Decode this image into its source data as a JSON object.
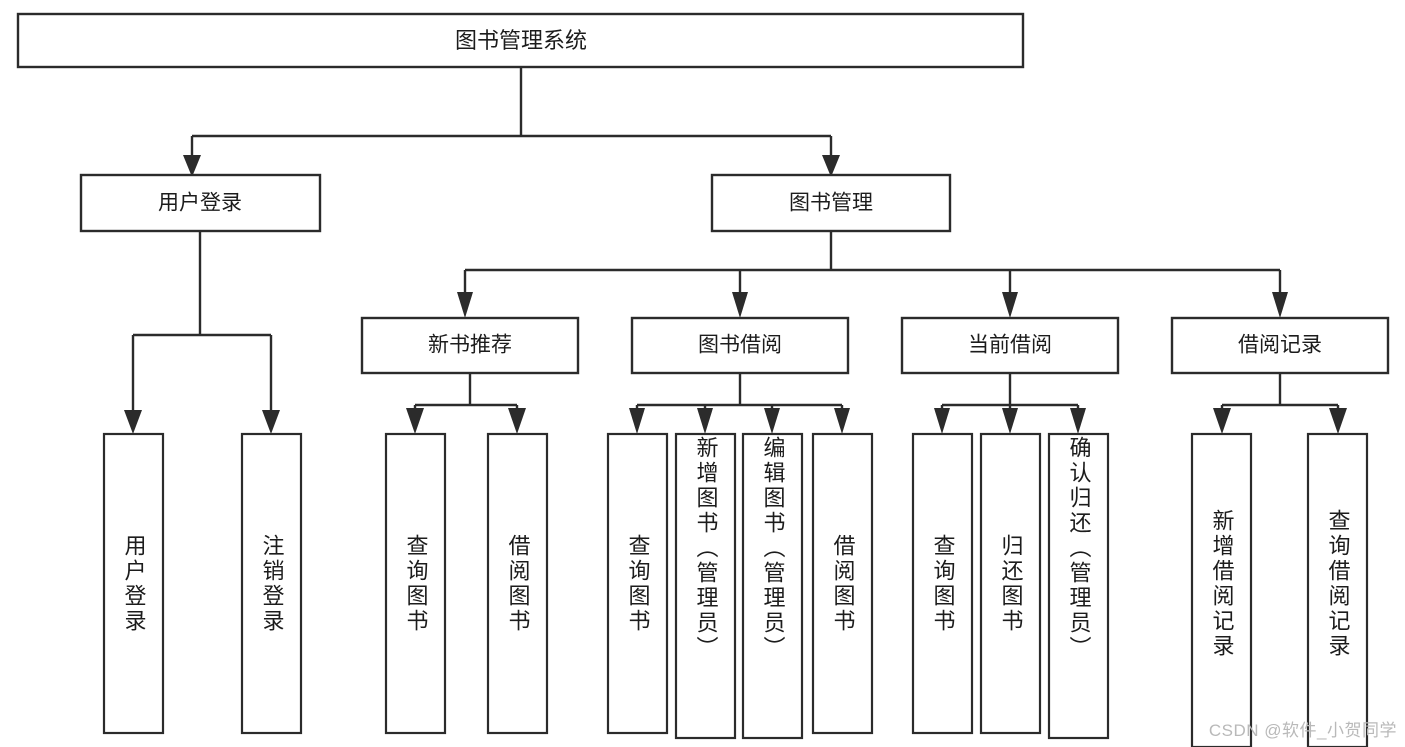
{
  "diagram": {
    "title": "图书管理系统",
    "type": "tree-hierarchy",
    "watermark": "CSDN @软件_小贺同学",
    "colors": {
      "background": "#ffffff",
      "stroke": "#2b2b2b",
      "text": "#1c1c1c",
      "watermark": "#b9b9b9"
    },
    "root": {
      "label": "图书管理系统"
    },
    "level1": [
      {
        "label": "用户登录"
      },
      {
        "label": "图书管理"
      }
    ],
    "level2": [
      {
        "label": "新书推荐"
      },
      {
        "label": "图书借阅"
      },
      {
        "label": "当前借阅"
      },
      {
        "label": "借阅记录"
      }
    ],
    "leaves": {
      "user_login": [
        {
          "label": "用户登录"
        },
        {
          "label": "注销登录"
        }
      ],
      "new_book_recommend": [
        {
          "label": "查询图书"
        },
        {
          "label": "借阅图书"
        }
      ],
      "book_borrow": [
        {
          "label": "查询图书"
        },
        {
          "label": "新增图书（管理员）"
        },
        {
          "label": "编辑图书（管理员）"
        },
        {
          "label": "借阅图书"
        }
      ],
      "current_borrow": [
        {
          "label": "查询图书"
        },
        {
          "label": "归还图书"
        },
        {
          "label": "确认归还（管理员）"
        }
      ],
      "borrow_record": [
        {
          "label": "新增借阅记录"
        },
        {
          "label": "查询借阅记录"
        }
      ]
    }
  }
}
